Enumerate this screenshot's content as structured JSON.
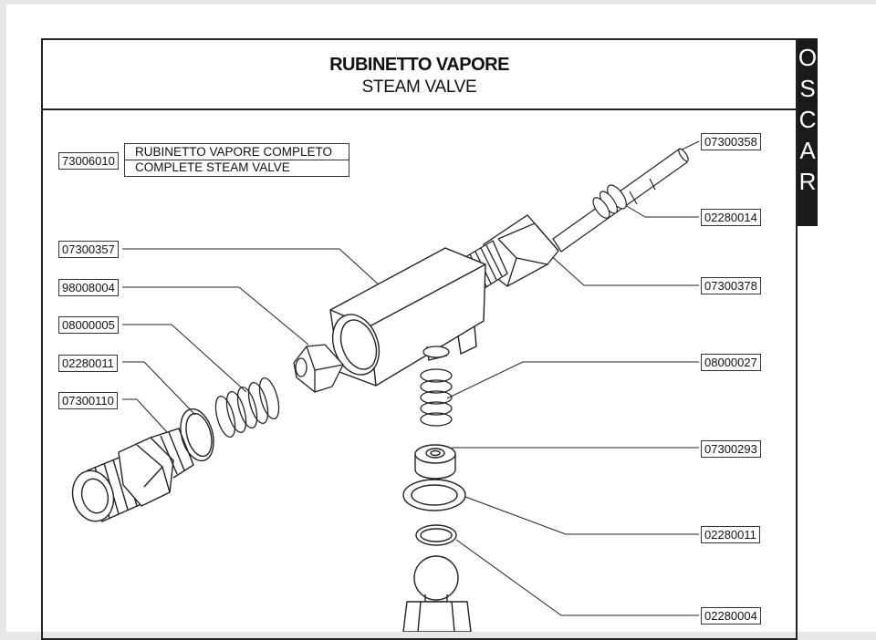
{
  "title": {
    "italian": "RUBINETTO VAPORE",
    "english": "STEAM VALVE"
  },
  "brand": {
    "letters": [
      "O",
      "S",
      "C",
      "A",
      "R"
    ]
  },
  "assembly": {
    "code": "73006010",
    "description_it": "RUBINETTO VAPORE COMPLETO",
    "description_en": "COMPLETE STEAM VALVE"
  },
  "parts_left": [
    "07300357",
    "98008004",
    "08000005",
    "02280011",
    "07300110"
  ],
  "parts_right": [
    "07300358",
    "02280014",
    "07300378",
    "08000027",
    "07300293",
    "02280011",
    "02280004"
  ],
  "colors": {
    "line": "#222222",
    "background": "#ffffff",
    "brand_bar": "#1a1a1a"
  }
}
